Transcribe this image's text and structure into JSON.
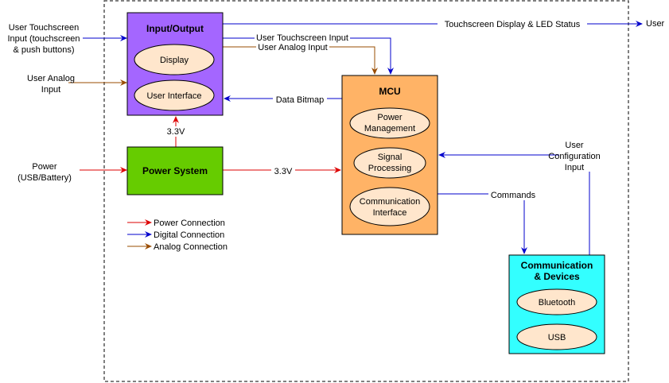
{
  "colors": {
    "power": "#dd0000",
    "digital": "#0000cc",
    "analog": "#994c00",
    "io_fill": "#a466ff",
    "power_fill": "#66cc00",
    "mcu_fill": "#ffb366",
    "comm_fill": "#33ffff",
    "ellipse_fill": "#ffe6cc"
  },
  "blocks": {
    "io": {
      "title": "Input/Output",
      "items": [
        "Display",
        "User Interface"
      ]
    },
    "power": {
      "title": "Power System"
    },
    "mcu": {
      "title": "MCU",
      "items": [
        "Power Management",
        "Signal Processing",
        "Communication Interface"
      ]
    },
    "comm": {
      "title": "Communication & Devices",
      "items": [
        "Bluetooth",
        "USB"
      ]
    }
  },
  "external": {
    "touch_input": "User Touchscreen Input (touchscreen & push buttons)",
    "analog_input": "User Analog Input",
    "power_input": "Power (USB/Battery)",
    "user": "User",
    "user_config": "User Configuration Input"
  },
  "connections": {
    "display_status": "Touchscreen Display & LED Status",
    "touch_to_mcu": "User Touchscreen Input",
    "analog_to_mcu": "User Analog Input",
    "bitmap": "Data Bitmap",
    "v_io": "3.3V",
    "v_mcu": "3.3V",
    "commands": "Commands"
  },
  "legend": {
    "power": "Power Connection",
    "digital": "Digital Connection",
    "analog": "Analog Connection"
  }
}
